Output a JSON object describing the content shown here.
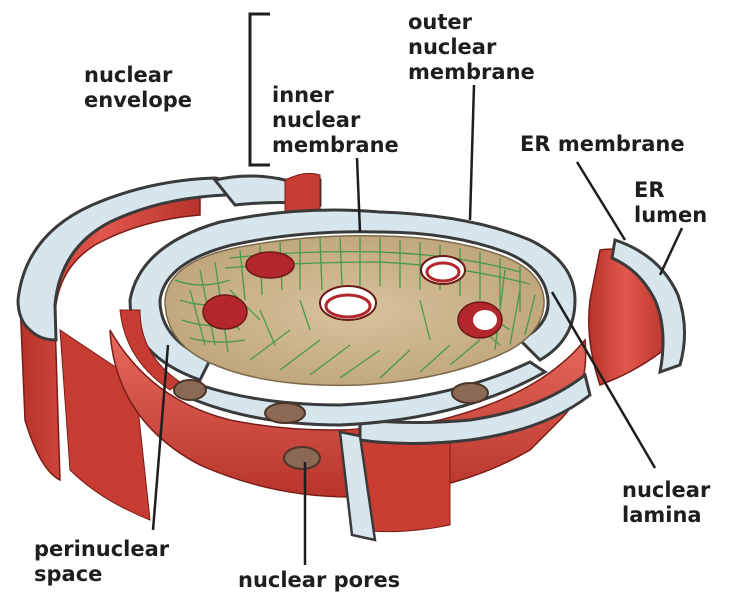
{
  "labels": {
    "nuclear_envelope": [
      "nuclear",
      "envelope"
    ],
    "inner_nuclear_membrane": [
      "inner",
      "nuclear",
      "membrane"
    ],
    "outer_nuclear_membrane": [
      "outer",
      "nuclear",
      "membrane"
    ],
    "er_membrane": "ER membrane",
    "er_lumen": [
      "ER",
      "lumen"
    ],
    "nuclear_lamina": [
      "nuclear",
      "lamina"
    ],
    "perinuclear_space": [
      "perinuclear",
      "space"
    ],
    "nuclear_pores": "nuclear pores"
  },
  "colors": {
    "membrane_red": "#d9473f",
    "membrane_dark": "#a8281f",
    "lumen": "#d6e6ec",
    "nucleoplasm": "#cdb68f",
    "lamina_green": "#3f9a46",
    "pore": "#8a6a55",
    "text": "#1e1e1e"
  }
}
